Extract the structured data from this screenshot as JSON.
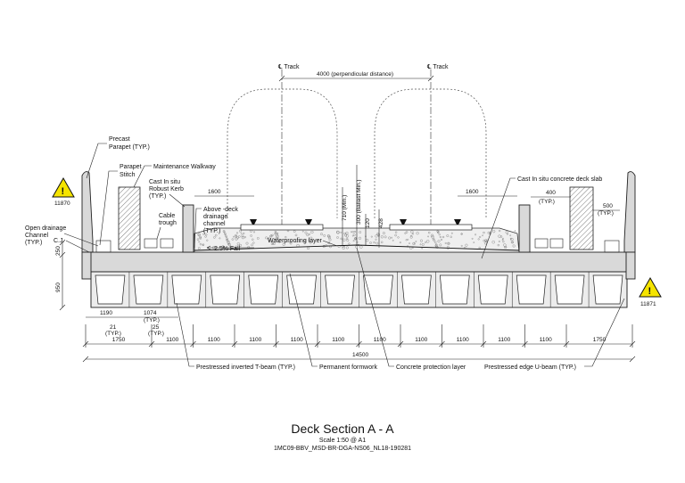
{
  "labels": {
    "track_left": "℄ Track",
    "track_right": "℄ Track",
    "track_spacing": "4000 (perpendicular distance)",
    "precast_parapet": "Precast Parapet (TYP.)",
    "parapet_stitch": "Parapet Stitch",
    "maintenance_walkway": "Maintenance Walkway",
    "cast_in_situ_kerb": "Cast In situ Robust Kerb (TYP.)",
    "cable_trough": "Cable trough",
    "above_deck_drainage": "Above-deck drainage channel (TYP.)",
    "open_drainage": "Open drainage Channel (TYP.)",
    "cj": "C.J.",
    "waterproofing": "Waterproofing layer",
    "fall": "2.5% Fall",
    "cast_in_situ_slab": "Cast In situ concrete deck slab",
    "ballast_min": "300 (Ballast Min.)",
    "min_710": "710 (Min.)",
    "inv_t_beam": "Prestressed inverted T-beam (TYP.)",
    "permanent_formwork": "Permanent formwork",
    "concrete_protection": "Concrete protection layer",
    "edge_u_beam": "Prestressed edge U-beam (TYP.)",
    "warn_left": "11870",
    "warn_right": "11871"
  },
  "dimensions": {
    "d1600_left": "1600",
    "d1600_right": "1600",
    "d400": "400",
    "d400_typ": "(TYP.)",
    "d500": "500",
    "d500_typ": "(TYP.)",
    "d120": "120",
    "d428": "428",
    "d250": "250",
    "d950": "950",
    "d1190": "1190",
    "d1074": "1074",
    "d1074_typ": "(TYP.)",
    "d21": "21",
    "d21_typ": "(TYP.)",
    "d25": "25",
    "d25_typ": "(TYP.)",
    "bottom_spans": [
      "1750",
      "1100",
      "1100",
      "1100",
      "1100",
      "1100",
      "1100",
      "1100",
      "1100",
      "1100",
      "1100",
      "1750"
    ],
    "total": "14500"
  },
  "title_block": {
    "title": "Deck Section A - A",
    "scale": "Scale 1:50 @ A1",
    "drawing_no": "1MC09-BBV_MSD-BR-DGA-NS06_NL18-190281"
  }
}
